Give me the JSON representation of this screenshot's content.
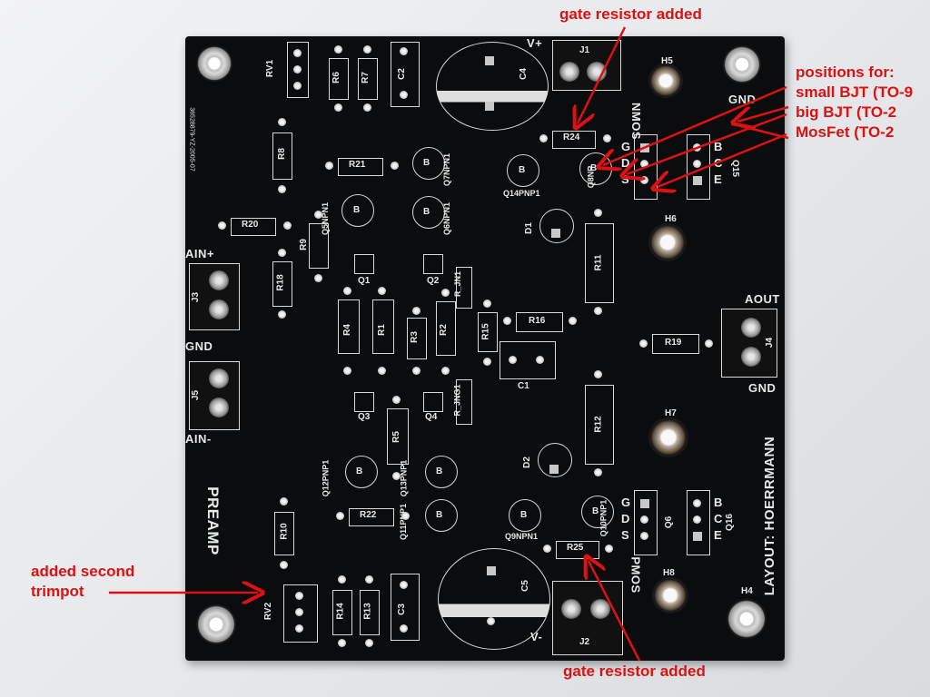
{
  "annotations": {
    "gate_resistor_top": "gate resistor added",
    "positions_header": "positions for:",
    "positions_small": "small BJT (TO-9",
    "positions_big": "big BJT     (TO-2",
    "positions_mosfet": "MosFet      (TO-2",
    "second_trimpot_line1": "added second",
    "second_trimpot_line2": "trimpot",
    "gate_resistor_bottom": "gate resistor added"
  },
  "board": {
    "labels": {
      "ain_plus": "AIN+",
      "gnd_left": "GND",
      "ain_minus": "AIN-",
      "aout": "AOUT",
      "gnd_right": "GND",
      "gnd_top": "GND",
      "vplus": "V+",
      "vminus": "V-",
      "nmos": "NMOS",
      "pmos": "PMOS",
      "preamp": "PREAMP",
      "layout": "LAYOUT: HOERRMANN"
    },
    "refs": {
      "rv1": "RV1",
      "r6": "R6",
      "r7": "R7",
      "c2": "C2",
      "c4": "C4",
      "j1": "J1",
      "h5": "H5",
      "r8": "R8",
      "r24": "R24",
      "r21": "R21",
      "q7": "Q7NPN1",
      "q14": "Q14PNP1",
      "q8": "Q8NP",
      "q15": "Q15",
      "q5": "Q5NPN1",
      "q6": "Q6NPN1",
      "r20": "R20",
      "r9": "R9",
      "d1": "D1",
      "h6": "H6",
      "r18": "R18",
      "j3": "J3",
      "q1": "Q1",
      "q2": "Q2",
      "r_jn1": "R_JN1",
      "r11": "R11",
      "r4": "R4",
      "r1": "R1",
      "r3": "R3",
      "r2": "R2",
      "r15": "R15",
      "r16": "R16",
      "r19": "R19",
      "j4": "J4",
      "c1": "C1",
      "j5": "J5",
      "q3": "Q3",
      "q4": "Q4",
      "r_jng1": "R_JNG1",
      "r12": "R12",
      "h7": "H7",
      "r5": "R5",
      "q12": "Q12PNP1",
      "q13": "Q13PNP1",
      "d2": "D2",
      "q11": "Q11PNP1",
      "q9": "Q9NPN1",
      "q10": "Q10PNP1",
      "q6b": "Q6",
      "q16": "Q16",
      "r10": "R10",
      "r22": "R22",
      "r25": "R25",
      "rv2": "RV2",
      "r14": "R14",
      "r13": "R13",
      "c3": "C3",
      "c5": "C5",
      "h8": "H8",
      "h4": "H4",
      "j2": "J2"
    },
    "pins": {
      "g": "G",
      "d": "D",
      "s": "S",
      "b": "B",
      "c": "C",
      "e": "E"
    },
    "serial": "36528879-YZ-2005-07"
  },
  "colors": {
    "annotation": "#dd1111",
    "board": "#0b0c0d",
    "silkscreen": "#e8e8e8"
  }
}
